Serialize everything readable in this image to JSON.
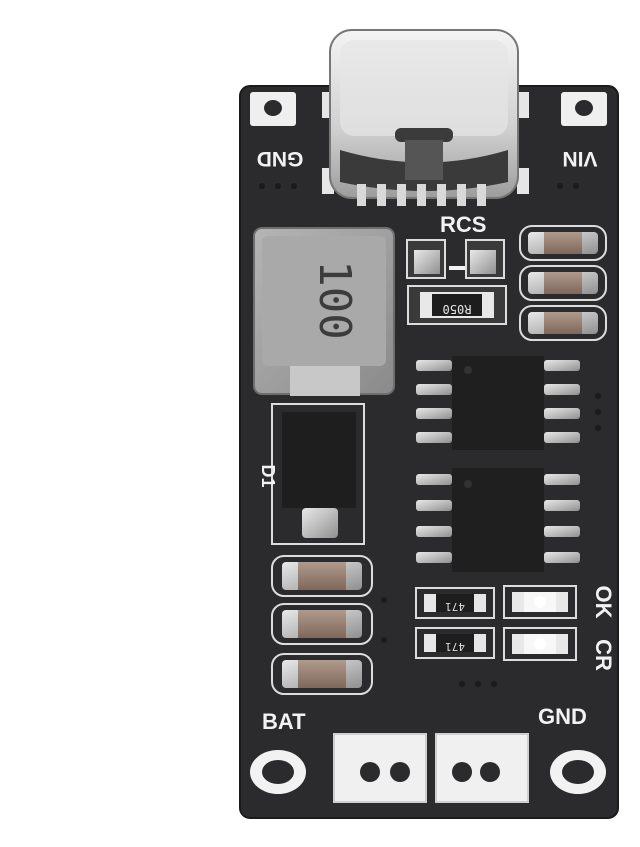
{
  "board": {
    "silkscreen": {
      "gnd_top": "GND",
      "vin": "VIN",
      "rcs": "RCS",
      "d1": "D1",
      "ok": "OK",
      "cr": "CR",
      "bat": "BAT",
      "gnd_bottom": "GND"
    },
    "component_markings": {
      "inductor": "100",
      "sense_resistor": "R050",
      "resistor_1": "471",
      "resistor_2": "471"
    },
    "colors": {
      "pcb": "#2b2b2d",
      "silkscreen": "#f2f2f2",
      "metal": "#c9c9c9",
      "ic_body": "#1f1f20"
    }
  }
}
